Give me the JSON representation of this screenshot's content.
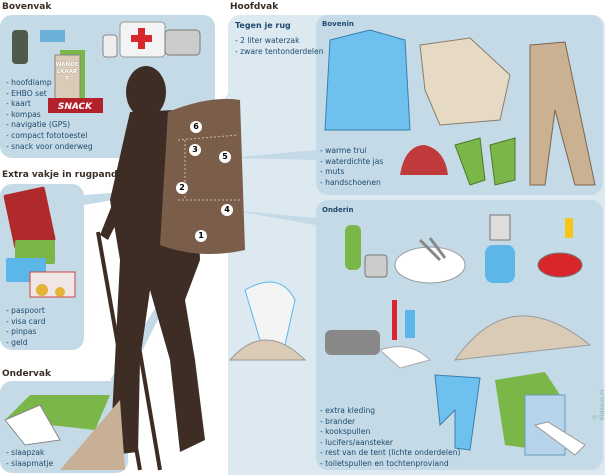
{
  "sections": {
    "bovenvak": {
      "title": "Bovenvak",
      "items": [
        "hoofdlamp",
        "EHBO set",
        "kaart",
        "kompas",
        "navigatie (GPS)",
        "compact fototoestel",
        "snack voor onderweg"
      ],
      "map_label": "WANDELKAART",
      "snack_label": "SNACK"
    },
    "extra": {
      "title": "Extra vakje in rugpand",
      "items": [
        "paspoort",
        "visa card",
        "pinpas",
        "geld"
      ]
    },
    "ondervak": {
      "title": "Ondervak",
      "items": [
        "slaapzak",
        "slaapmatje"
      ]
    },
    "hoofdvak": {
      "title": "Hoofdvak",
      "tegen": {
        "title": "Tegen je rug",
        "items": [
          "2 liter waterzak",
          "zware tentonderdelen"
        ]
      },
      "bovenin": {
        "title": "Bovenin",
        "items": [
          "warme trui",
          "waterdichte jas",
          "muts",
          "handschoenen"
        ]
      },
      "onderin": {
        "title": "Onderin",
        "items": [
          "extra kleding",
          "brander",
          "kookspullen",
          "lucifers/aansteker",
          "rest van de tent (lichte onderdelen)",
          "toiletspullen en tochtenproviand"
        ]
      }
    }
  },
  "markers": [
    "1",
    "2",
    "3",
    "4",
    "5",
    "6"
  ],
  "credit": "© Kidsaus.nl",
  "colors": {
    "panel": "#c4dae6",
    "panel_light": "#dce9f1",
    "text": "#1f4a6e",
    "silhouette": "#3d2d25",
    "backpack": "#7b5e4a"
  }
}
